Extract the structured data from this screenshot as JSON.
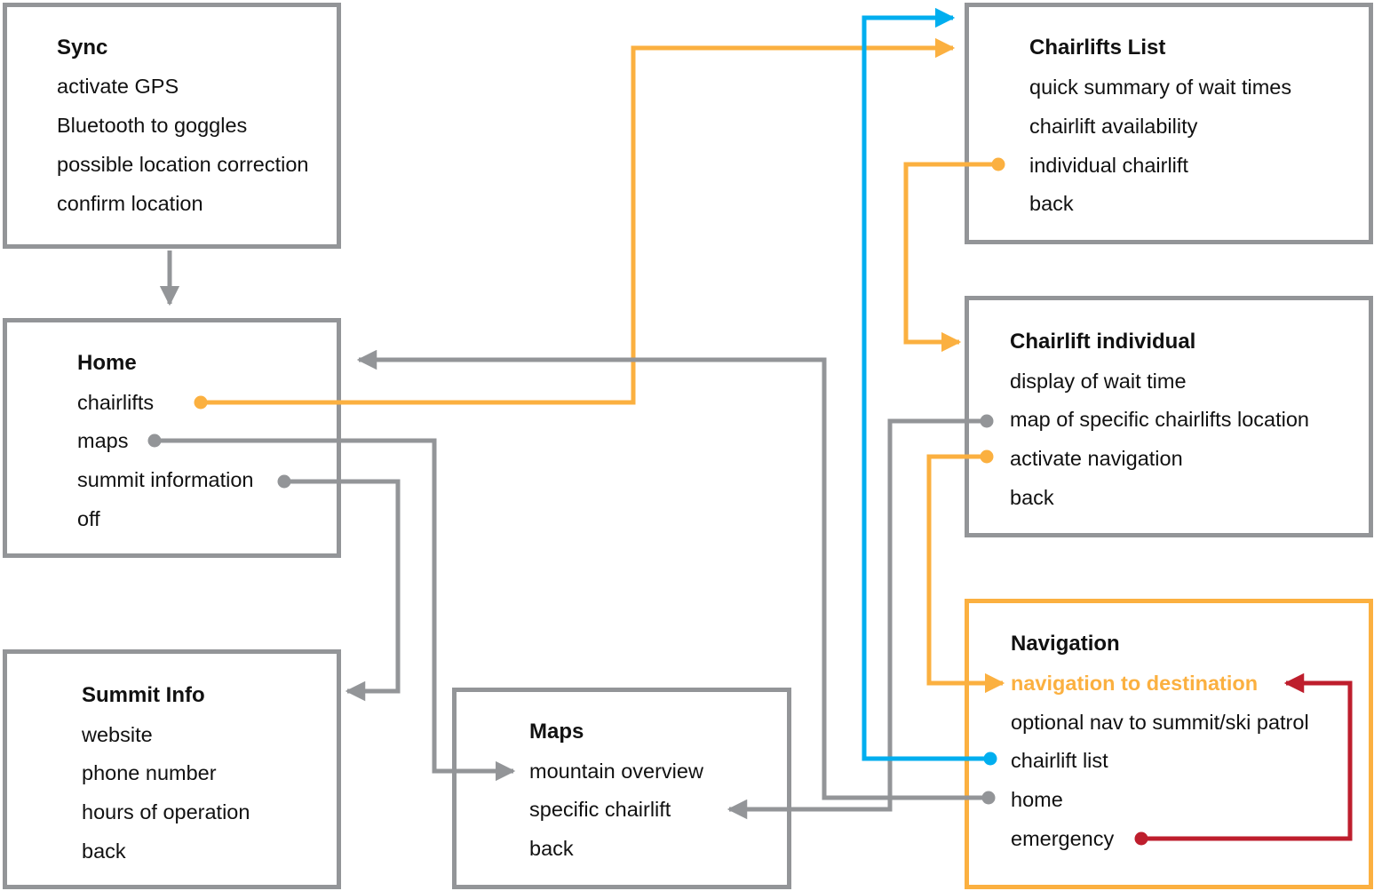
{
  "colors": {
    "box_border": "#939598",
    "highlight": "#FBB040",
    "link_blue": "#00AEEF",
    "link_red": "#BE1E2D",
    "link_gray": "#939598"
  },
  "boxes": {
    "sync": {
      "title": "Sync",
      "items": [
        "activate GPS",
        "Bluetooth to goggles",
        "possible location correction",
        "confirm location"
      ]
    },
    "home": {
      "title": "Home",
      "items": [
        "chairlifts",
        "maps",
        "summit information",
        "off"
      ]
    },
    "summit_info": {
      "title": "Summit Info",
      "items": [
        "website",
        "phone number",
        "hours of operation",
        "back"
      ]
    },
    "maps": {
      "title": "Maps",
      "items": [
        "mountain overview",
        "specific chairlift",
        "back"
      ]
    },
    "chairlifts_list": {
      "title": "Chairlifts List",
      "items": [
        "quick summary of wait times",
        "chairlift availability",
        "individual chairlift",
        "back"
      ]
    },
    "chairlift_individual": {
      "title": "Chairlift individual",
      "items": [
        "display of wait time",
        "map of specific chairlifts location",
        "activate navigation",
        "back"
      ]
    },
    "navigation": {
      "title": "Navigation",
      "items": [
        "navigation to destination",
        "optional nav to summit/ski patrol",
        "chairlift list",
        "home",
        "emergency"
      ]
    }
  }
}
